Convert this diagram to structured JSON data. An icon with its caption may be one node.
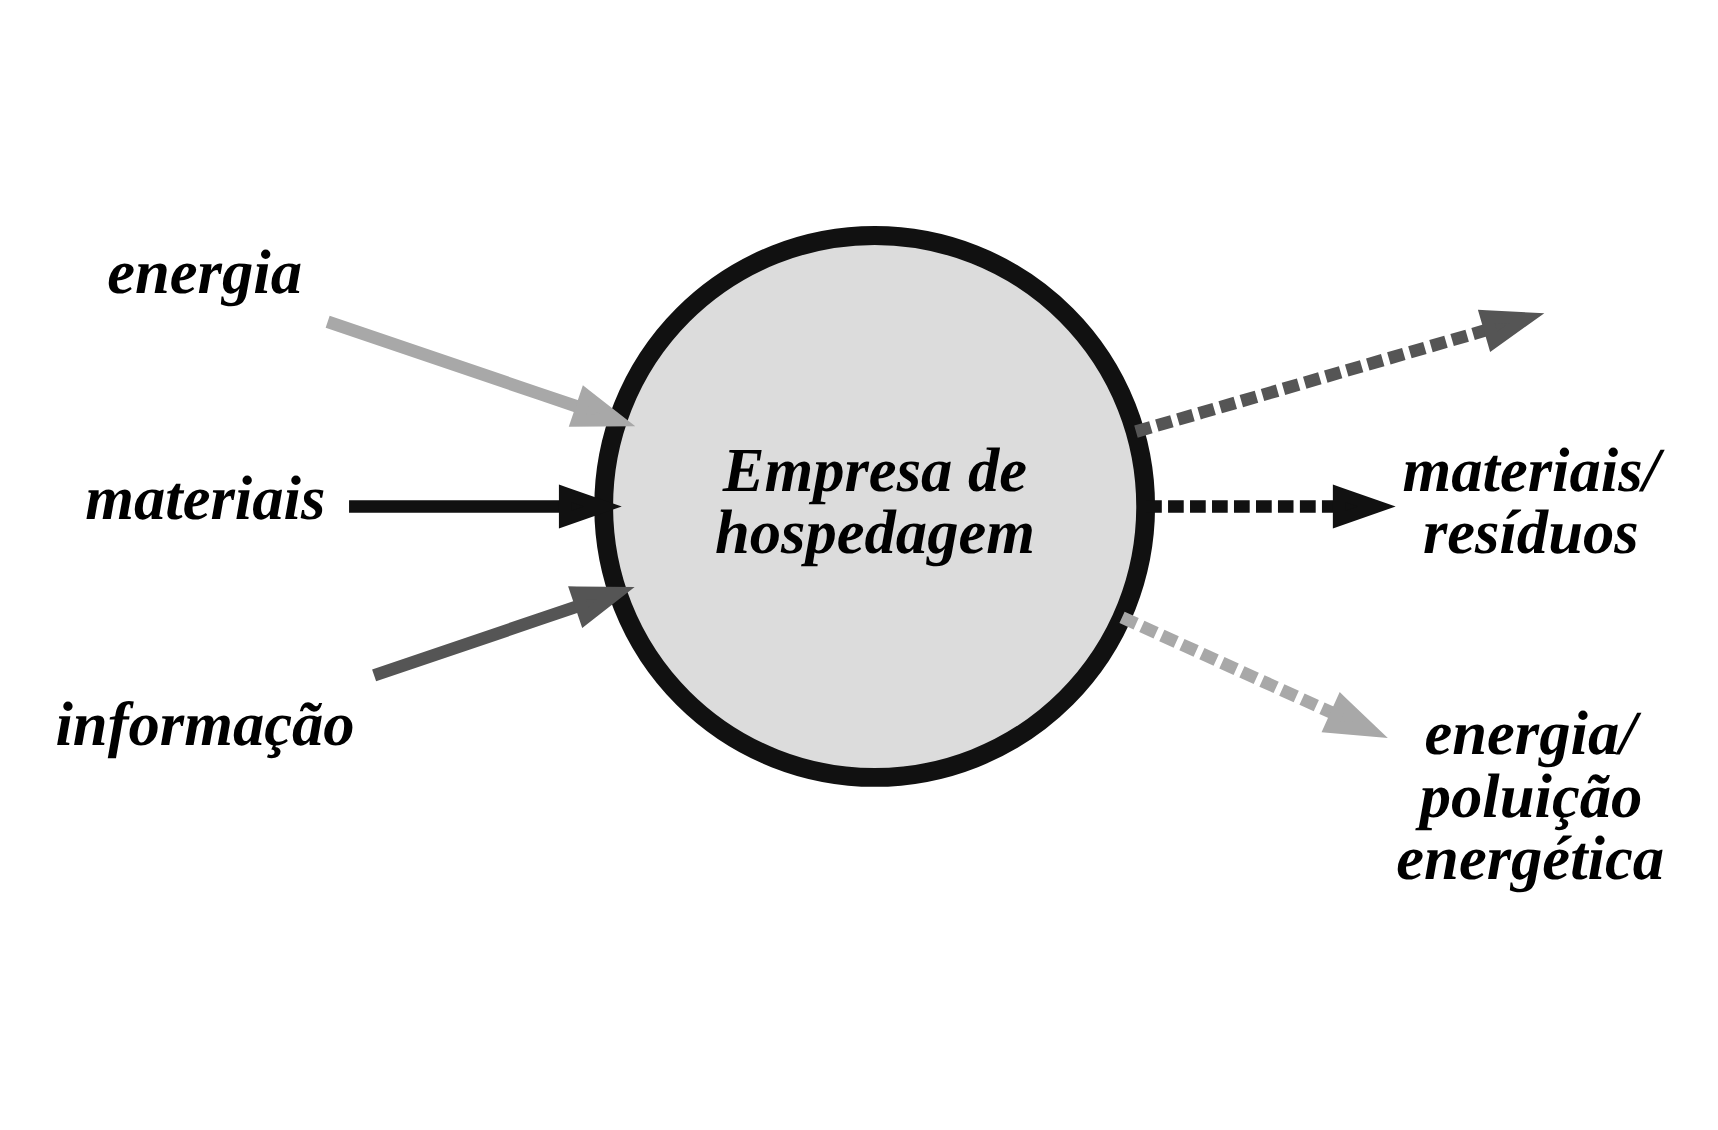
{
  "diagram": {
    "nodes": [
      {
        "text": [
          "energia"
        ]
      },
      {
        "text": [
          "materiais"
        ]
      },
      {
        "text": [
          "informação"
        ]
      },
      {
        "text": [
          "Empresa de hospedagem"
        ]
      },
      {
        "text": [
          "materiais/ resíduos"
        ]
      },
      {
        "text": [
          "energia/ poluição energética"
        ]
      }
    ],
    "edges": [
      {
        "from": 0,
        "to": 3,
        "arrow": "to",
        "color": "#a8a8a8"
      },
      {
        "from": 1,
        "to": 3,
        "arrow": "to",
        "color": "#111111"
      },
      {
        "from": 2,
        "to": 3,
        "arrow": "to",
        "color": "#555555"
      },
      {
        "from": 3,
        "to": null,
        "arrow": "to",
        "style": "dashed",
        "color": "#555555"
      },
      {
        "from": 3,
        "to": 4,
        "arrow": "to",
        "style": "dashed",
        "color": "#111111"
      },
      {
        "from": 3,
        "to": 5,
        "arrow": "to",
        "style": "dashed",
        "color": "#a8a8a8"
      }
    ]
  }
}
